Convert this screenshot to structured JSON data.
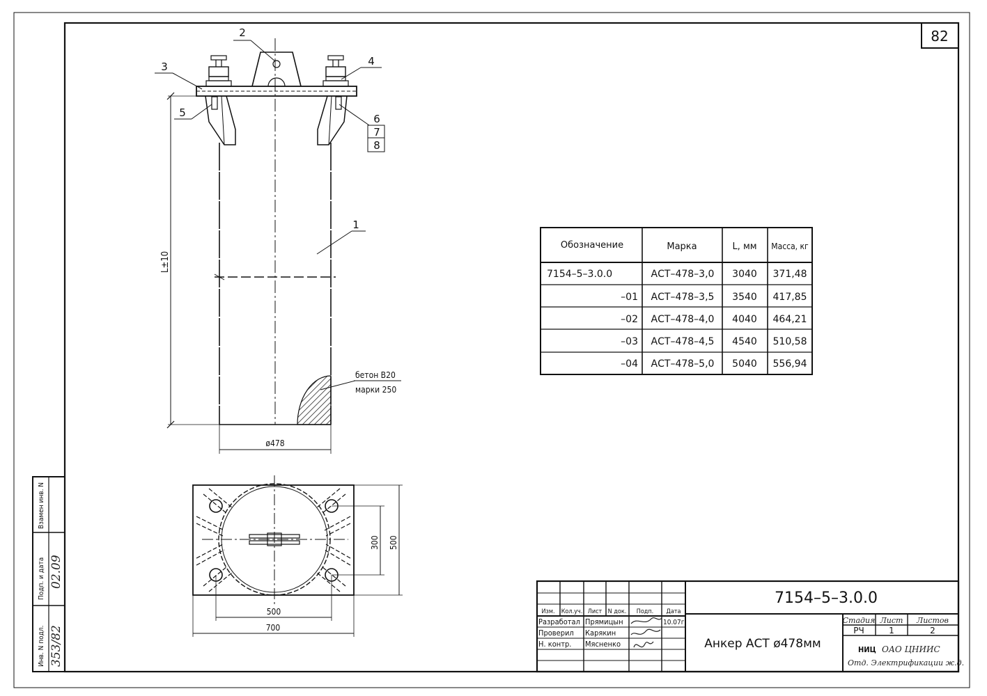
{
  "sheet": {
    "page_number": "82"
  },
  "callouts": {
    "c1": "1",
    "c2": "2",
    "c3": "3",
    "c4": "4",
    "c5": "5",
    "c6": "6",
    "c7": "7",
    "c8": "8"
  },
  "drawing": {
    "length_dim": "L±10",
    "diameter_dim": "ø478",
    "concrete_line1": "бетон В20",
    "concrete_line2": "марки 250",
    "plan_dim_300": "300",
    "plan_dim_500_v": "500",
    "plan_dim_500_h": "500",
    "plan_dim_700": "700"
  },
  "spec_table": {
    "headers": [
      "Обозначение",
      "Марка",
      "L, мм",
      "Масса, кг"
    ],
    "rows": [
      [
        "7154–5–3.0.0",
        "АСТ–478–3,0",
        "3040",
        "371,48"
      ],
      [
        "–01",
        "АСТ–478–3,5",
        "3540",
        "417,85"
      ],
      [
        "–02",
        "АСТ–478–4,0",
        "4040",
        "464,21"
      ],
      [
        "–03",
        "АСТ–478–4,5",
        "4540",
        "510,58"
      ],
      [
        "–04",
        "АСТ–478–5,0",
        "5040",
        "556,94"
      ]
    ]
  },
  "side_stamp": {
    "inv_orig": "Инв. N подл.",
    "sign_date": "Подп. и дата",
    "replaces": "Взамен инв. N",
    "inv_value": "353/82",
    "date_value": "02.09"
  },
  "title_block": {
    "doc_code": "7154–5–3.0.0",
    "title": "Анкер АСТ ø478мм",
    "cols": [
      "Изм.",
      "Кол.уч.",
      "Лист",
      "N док.",
      "Подп.",
      "Дата"
    ],
    "roles": [
      "Разработал",
      "Проверил",
      "Н. контр."
    ],
    "names": [
      "Прямицын",
      "Карякин",
      "Мясненко"
    ],
    "date": "10.07г",
    "stage_label": "Стадия",
    "sheet_label": "Лист",
    "sheets_label": "Листов",
    "stage": "РЧ",
    "sheet": "1",
    "sheets": "2",
    "org_line1": "ОАО ЦНИИС",
    "org_logo": "НИЦ",
    "org_line2": "Отд. Электрификации ж.д."
  }
}
